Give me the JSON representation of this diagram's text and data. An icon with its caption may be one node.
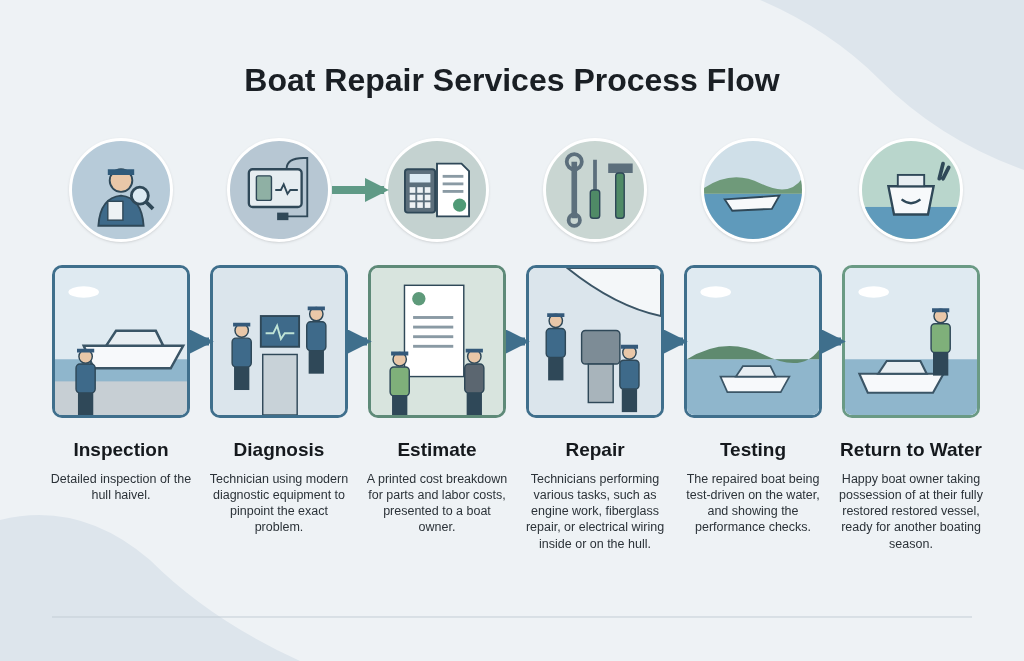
{
  "diagram": {
    "title": "Boat Repair Services Process Flow",
    "nodes": [
      {
        "text": [
          "Inspection",
          "Detailed inspection of the hull haivel."
        ]
      },
      {
        "text": [
          "Diagnosis",
          "Technician using modern diagnostic equipment to pinpoint the exact problem."
        ]
      },
      {
        "text": [
          "Estimate",
          "A printed cost breakdown for parts and labor costs, presented to a boat owner."
        ]
      },
      {
        "text": [
          "Repair",
          "Technicians performing various tasks, such as engine work, fiberglass repair, or electrical wiring inside or on the hull."
        ]
      },
      {
        "text": [
          "Testing",
          "The repaired boat being test-driven on the water, and showing the performance checks."
        ]
      },
      {
        "text": [
          "Return to Water",
          "Happy boat owner taking possession of at their fully restored restored vessel, ready for another boating season."
        ]
      },
      {
        "text": [],
        "shape": "picture"
      },
      {
        "text": [],
        "shape": "picture"
      },
      {
        "text": [],
        "shape": "picture"
      },
      {
        "text": [],
        "shape": "picture"
      },
      {
        "text": [],
        "shape": "picture"
      },
      {
        "text": [],
        "shape": "picture"
      }
    ],
    "edges": [
      {
        "from": 0,
        "to": 1,
        "arrow": "to"
      },
      {
        "from": 1,
        "to": 2,
        "arrow": "to"
      },
      {
        "from": 2,
        "to": 3,
        "arrow": "to"
      },
      {
        "from": 3,
        "to": 4,
        "arrow": "to"
      },
      {
        "from": 4,
        "to": 5,
        "arrow": "to"
      },
      {
        "from": 7,
        "to": 8,
        "arrow": "to",
        "color": "#5f9a86"
      }
    ]
  }
}
